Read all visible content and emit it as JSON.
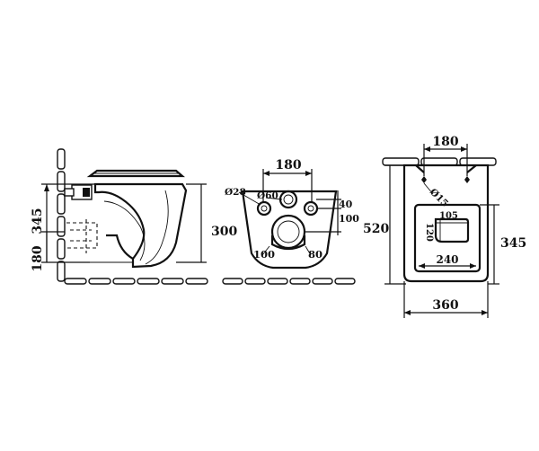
{
  "side_view": {
    "dim_total_height": "345",
    "dim_lower_height": "180",
    "dim_bowl_height": "300"
  },
  "front_view": {
    "dim_hole_spacing": "180",
    "dim_small_hole": "Ø28",
    "dim_large_hole": "Ø60",
    "dim_right_40": "40",
    "dim_right_100": "100",
    "dim_bottom_left": "100",
    "dim_bottom_right": "80"
  },
  "top_view": {
    "dim_top_spacing": "180",
    "dim_hole_dia": "Ø15",
    "dim_depth": "520",
    "dim_opening_width": "105",
    "dim_opening_depth": "120",
    "dim_inner_width": "240",
    "dim_right_depth": "345",
    "dim_width": "360"
  }
}
